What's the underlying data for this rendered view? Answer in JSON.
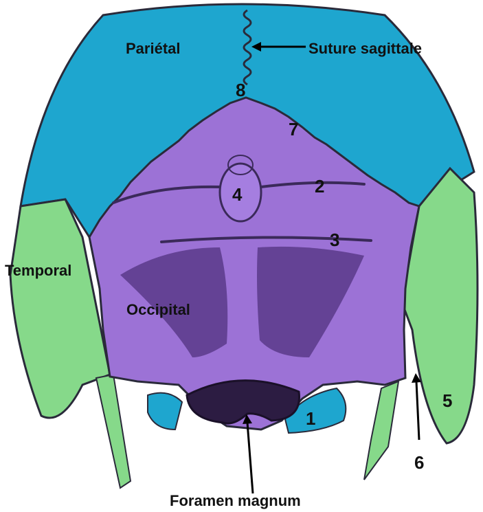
{
  "diagram": {
    "labels": {
      "parietal": "Pariétal",
      "suture_sagittale": "Suture sagittale",
      "temporal": "Temporal",
      "occipital": "Occipital",
      "foramen_magnum": "Foramen magnum"
    },
    "numbers": {
      "n1": "1",
      "n2": "2",
      "n3": "3",
      "n4": "4",
      "n5": "5",
      "n6": "6",
      "n7": "7",
      "n8": "8"
    },
    "colors": {
      "parietal": "#1ea6cf",
      "occipital": "#9c72d6",
      "temporal": "#86d98a",
      "fossa": "#5a3a8a",
      "outline": "#2a2a3a"
    }
  }
}
